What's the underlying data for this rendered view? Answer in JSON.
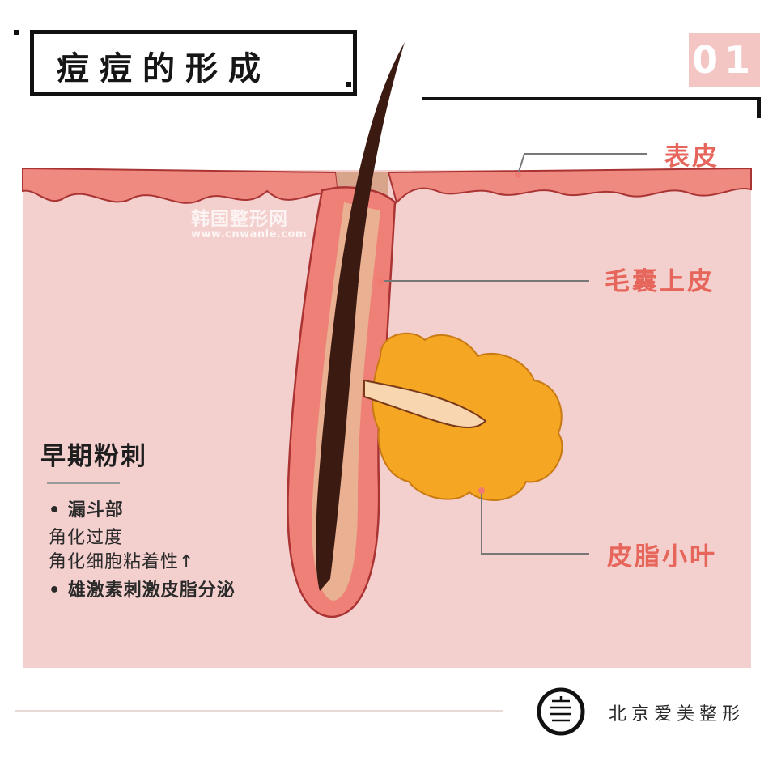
{
  "title": "痘痘的形成",
  "number": "01",
  "labels": {
    "epidermis": "表皮",
    "follicle_epithelium": "毛囊上皮",
    "sebaceous_lobule": "皮脂小叶"
  },
  "stage": {
    "title": "早期粉刺",
    "notes": [
      {
        "text": "• 漏斗部",
        "bold": true
      },
      {
        "text": "角化过度",
        "bold": false
      },
      {
        "text": "角化细胞粘着性↑",
        "bold": false
      },
      {
        "text": "• 雄激素刺激皮脂分泌",
        "bold": true
      }
    ]
  },
  "watermark": {
    "name": "韩国整形网",
    "url": "www.cnwanle.com"
  },
  "brand": {
    "name": "北京爱美整形"
  },
  "colors": {
    "skin_bg": "#f3cfcd",
    "dermis_edge": "#ef7a72",
    "epidermis_fill": "#f19c94",
    "hair": "#3b1a12",
    "sebum": "#f5a623",
    "label_red": "#e7665c"
  }
}
